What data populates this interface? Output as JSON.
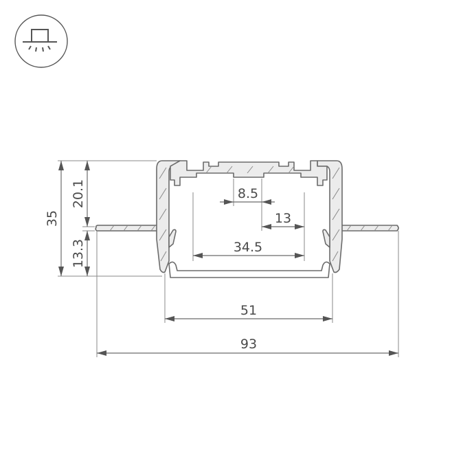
{
  "icon": {
    "name": "recessed-light-icon",
    "description": "Ceiling-recessed mounting type icon"
  },
  "drawing": {
    "title": "Recessed aluminum profile cross-section",
    "units": "mm",
    "dimensions": {
      "total_height": "35",
      "upper_height": "20.1",
      "lower_height": "13.3",
      "inner_slot_width": "8.5",
      "side_slot_offset": "13",
      "inner_width": "34.5",
      "body_width": "51",
      "overall_width": "93"
    }
  },
  "colors": {
    "line": "#6b6b6b",
    "fill": "#ececec",
    "text": "#4a4a4a"
  }
}
